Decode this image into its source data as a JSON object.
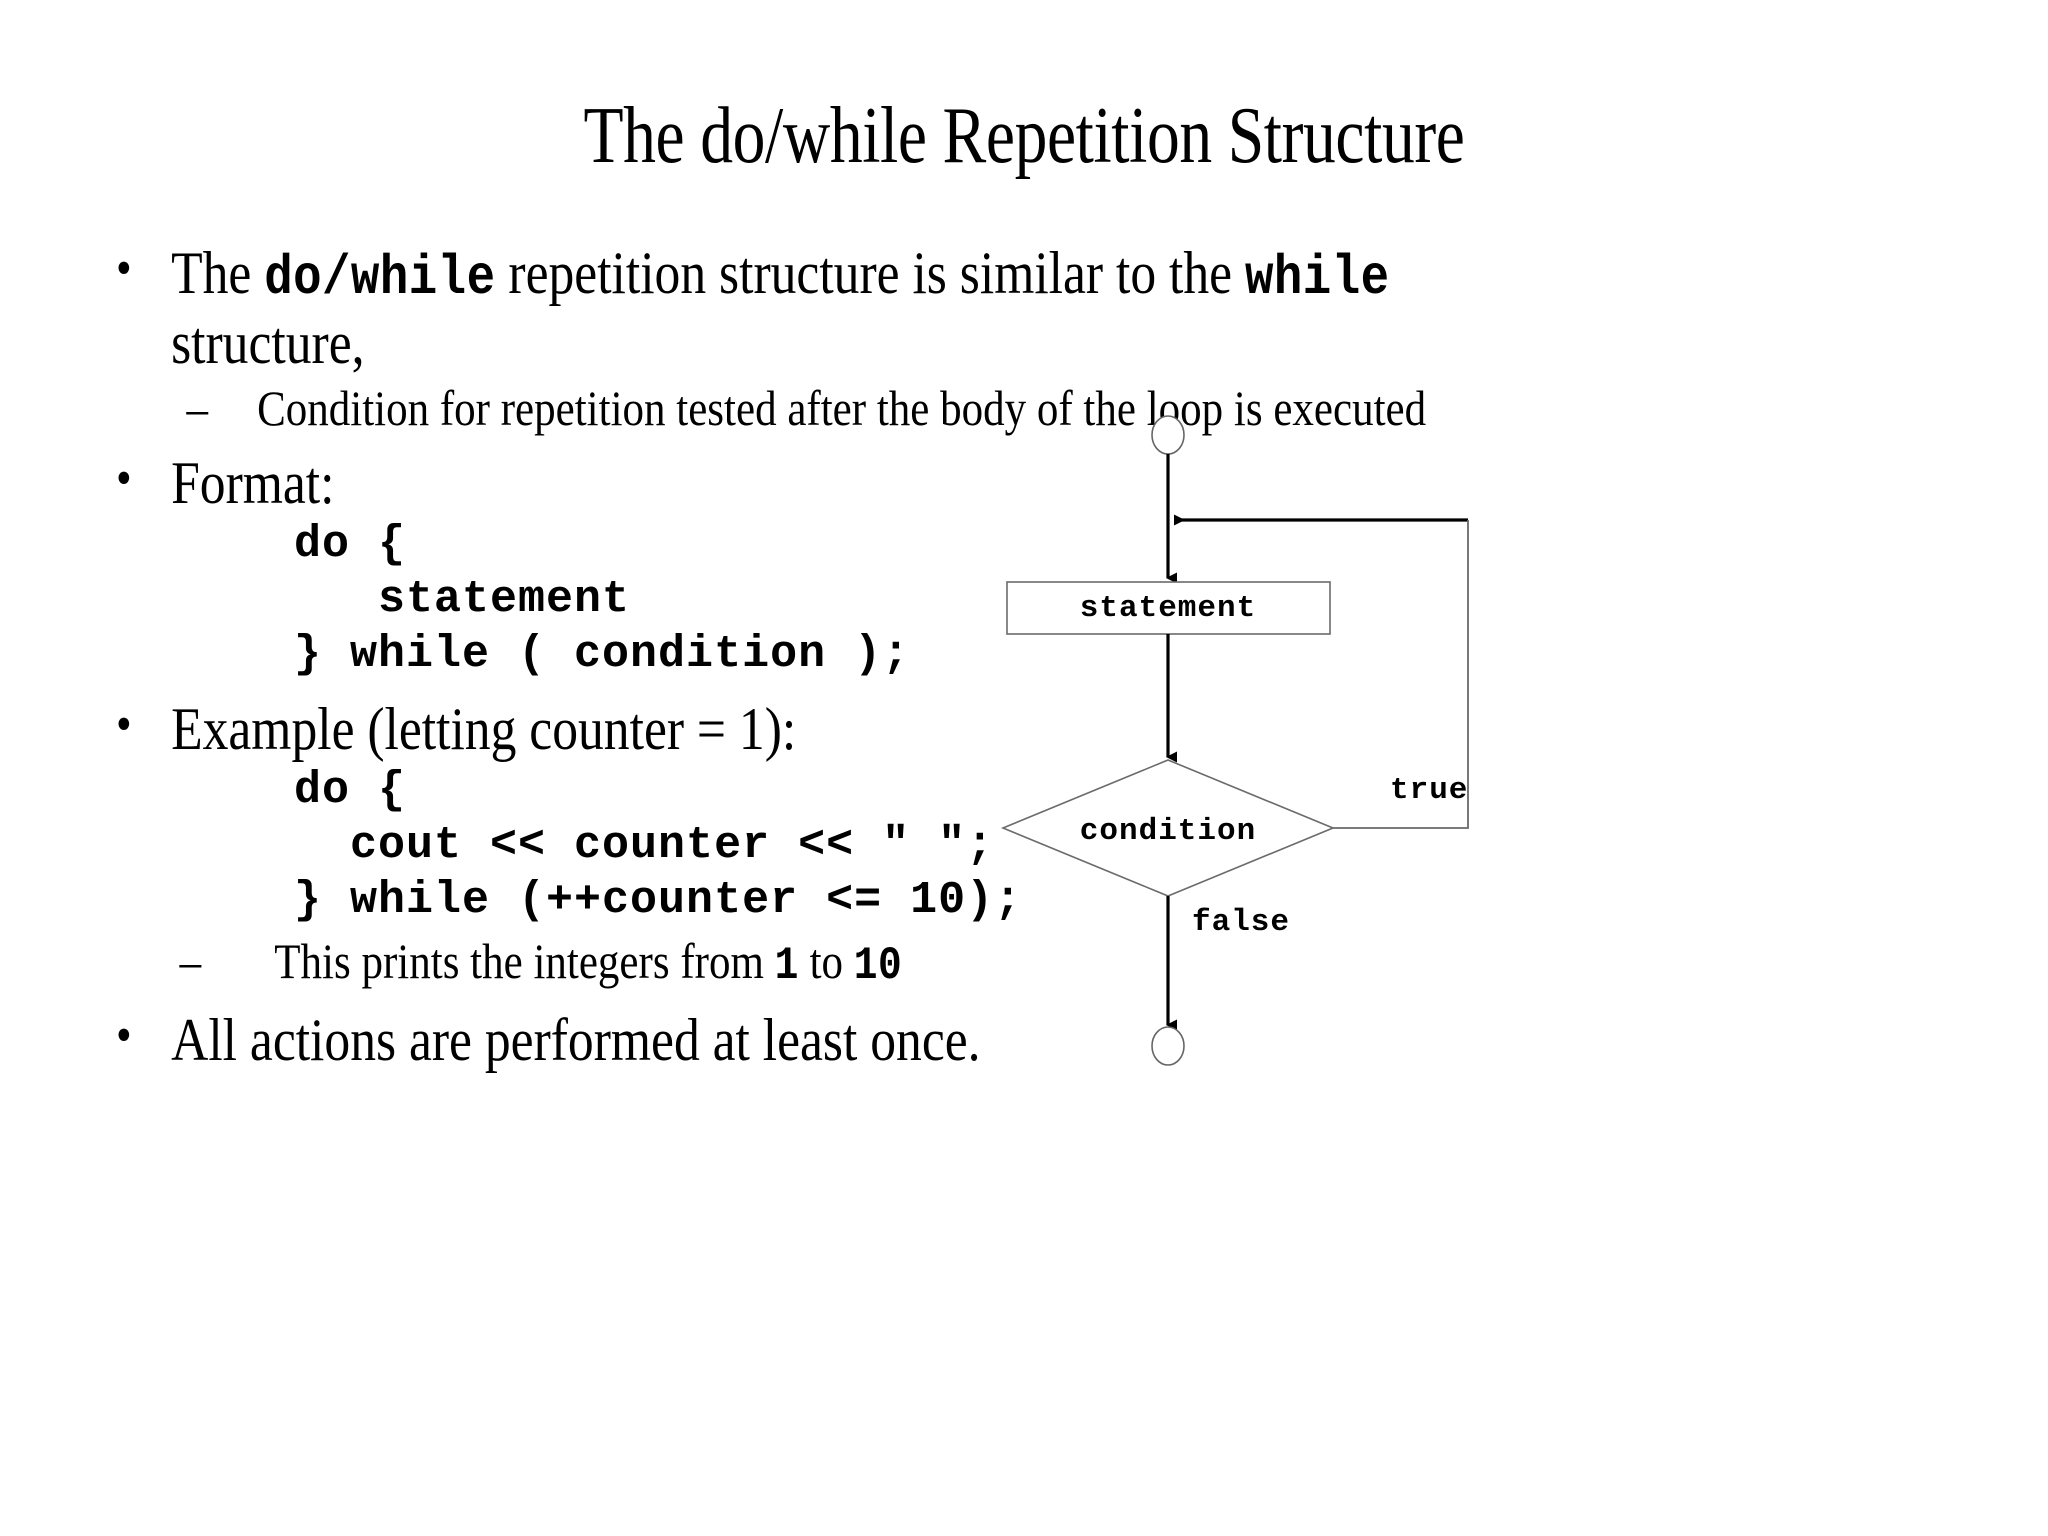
{
  "slide": {
    "title": "The do/while Repetition Structure",
    "bullets": [
      {
        "level": 1,
        "marker": "•",
        "segments": [
          {
            "text": "The ",
            "style": "normal"
          },
          {
            "text": "do/while",
            "style": "code"
          },
          {
            "text": " repetition structure is similar to the ",
            "style": "normal"
          },
          {
            "text": "while",
            "style": "code"
          },
          {
            "text": " structure,",
            "style": "normal"
          }
        ]
      },
      {
        "level": 2,
        "marker": "–",
        "text": "Condition for repetition tested after the body of the loop is executed"
      },
      {
        "level": 1,
        "marker": "•",
        "text": "Format:"
      },
      {
        "level": 1,
        "marker": "•",
        "text": "Example (letting counter = 1):"
      },
      {
        "level": 2,
        "marker": "–",
        "segments": [
          {
            "text": "This prints the integers from ",
            "style": "normal"
          },
          {
            "text": "1",
            "style": "code"
          },
          {
            "text": " to ",
            "style": "normal"
          },
          {
            "text": "10",
            "style": "code"
          }
        ]
      },
      {
        "level": 1,
        "marker": "•",
        "text": "All actions are performed at least once."
      }
    ],
    "format_code": [
      "do {",
      "   statement",
      "} while ( condition );"
    ],
    "example_code": [
      "do {",
      "  cout << counter << \" \";",
      "} while (++counter <= 10);"
    ],
    "last_bullet": "All actions are performed at least once."
  },
  "flowchart": {
    "start_node": "start-circle",
    "end_node": "end-circle",
    "process_label": "statement",
    "decision_label": "condition",
    "true_label": "true",
    "false_label": "false",
    "line_color": "#000000",
    "shape_stroke": "#555555"
  }
}
